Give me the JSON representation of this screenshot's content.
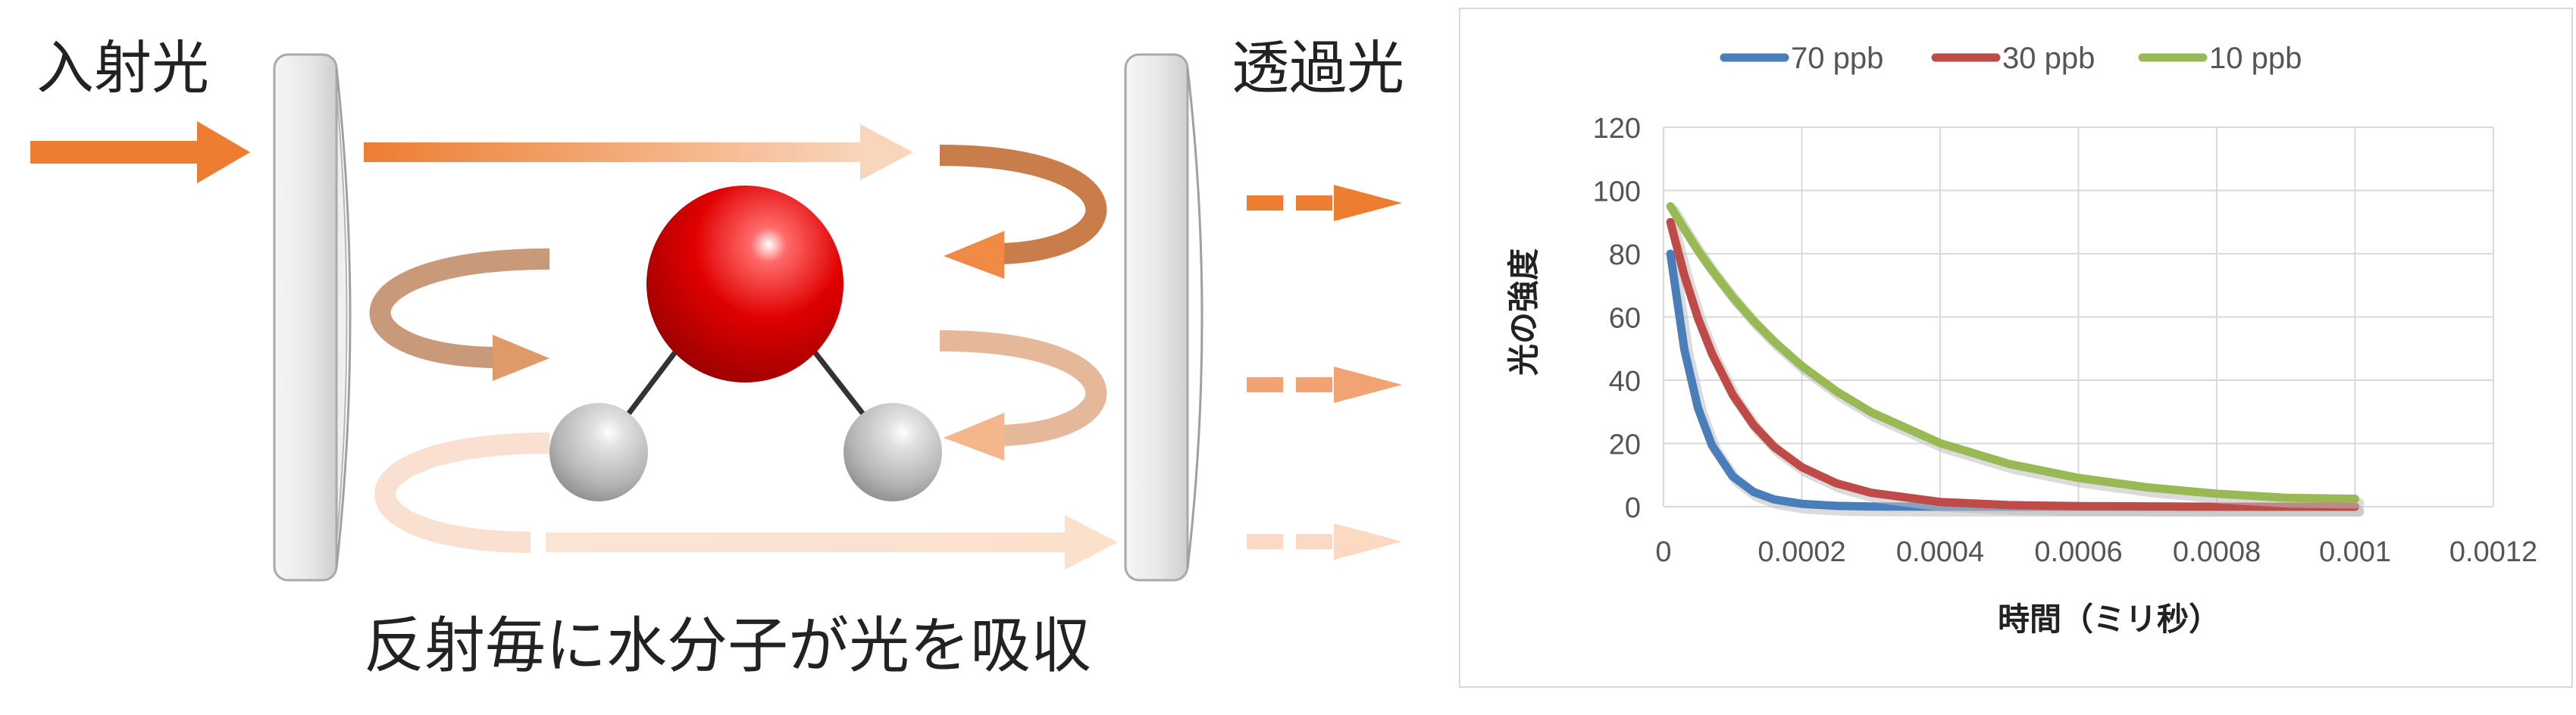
{
  "diagram": {
    "incident_label": "入射光",
    "transmitted_label": "透過光",
    "caption": "反射毎に水分子が光を吸収",
    "colors": {
      "light": "#ed7d31",
      "oxygen": "#e00000",
      "hydrogen": "#c8c8c8",
      "mirror": "#e4e4e4"
    },
    "icons": [
      "mirror-icon",
      "water-molecule-icon",
      "arrow-icon"
    ]
  },
  "chart_data": {
    "type": "line",
    "title": "",
    "xlabel": "時間（ミリ秒）",
    "ylabel": "光の強度",
    "xlim": [
      0,
      0.0012
    ],
    "ylim": [
      0,
      120
    ],
    "xticks": [
      "0",
      "0.0002",
      "0.0004",
      "0.0006",
      "0.0008",
      "0.001",
      "0.0012"
    ],
    "yticks": [
      "0",
      "20",
      "40",
      "60",
      "80",
      "100",
      "120"
    ],
    "grid": true,
    "legend_position": "top",
    "series": [
      {
        "name": "70 ppb",
        "color": "#4a7ebb",
        "x": [
          1e-05,
          3e-05,
          5e-05,
          7e-05,
          0.0001,
          0.00013,
          0.00016,
          0.0002,
          0.00025,
          0.0003,
          0.0004,
          0.0005,
          0.0006,
          0.0007,
          0.0008,
          0.0009,
          0.001
        ],
        "y": [
          80,
          49.8,
          31.1,
          19.4,
          9.6,
          4.7,
          2.3,
          0.9,
          0.27,
          0.08,
          0,
          0,
          0,
          0,
          0,
          0,
          0
        ]
      },
      {
        "name": "30 ppb",
        "color": "#be4b48",
        "x": [
          1e-05,
          3e-05,
          5e-05,
          7e-05,
          0.0001,
          0.00013,
          0.00016,
          0.0002,
          0.00025,
          0.0003,
          0.0004,
          0.0005,
          0.0006,
          0.0007,
          0.0008,
          0.0009,
          0.001
        ],
        "y": [
          90,
          73.2,
          59.5,
          48.4,
          35.4,
          25.9,
          18.9,
          12.5,
          7.4,
          4.4,
          1.5,
          0.5,
          0.2,
          0.1,
          0,
          0,
          0
        ]
      },
      {
        "name": "10 ppb",
        "color": "#98b954",
        "x": [
          1e-05,
          3e-05,
          5e-05,
          7e-05,
          0.0001,
          0.00013,
          0.00016,
          0.0002,
          0.00025,
          0.0003,
          0.0004,
          0.0005,
          0.0006,
          0.0007,
          0.0008,
          0.0009,
          0.001
        ],
        "y": [
          95,
          87.8,
          81.0,
          74.8,
          66.3,
          58.8,
          52.2,
          44.5,
          36.5,
          29.9,
          20.1,
          13.5,
          9.1,
          6.1,
          4.1,
          2.8,
          2.5
        ]
      }
    ]
  }
}
